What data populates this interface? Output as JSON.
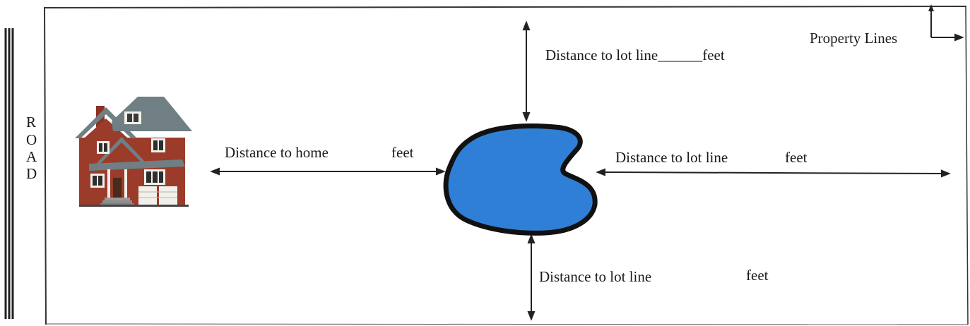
{
  "road": {
    "letters": [
      "R",
      "O",
      "A",
      "D"
    ]
  },
  "labels": {
    "property_lines": "Property Lines",
    "top_distance": "Distance to lot line______feet",
    "home_distance_prefix": "Distance to home",
    "home_distance_unit": "feet",
    "right_distance_prefix": "Distance to lot line",
    "right_distance_unit": "feet",
    "bottom_distance_prefix": "Distance to lot line",
    "bottom_distance_unit": "feet"
  },
  "colors": {
    "pond_fill": "#2f7fd6",
    "pond_outline": "#111111",
    "house_brick": "#9b3b2a",
    "house_roof": "#6f7f84",
    "house_trim": "#f2f0ea",
    "line": "#222222"
  },
  "icons": {
    "house": "house-icon",
    "pond": "pond-icon"
  }
}
